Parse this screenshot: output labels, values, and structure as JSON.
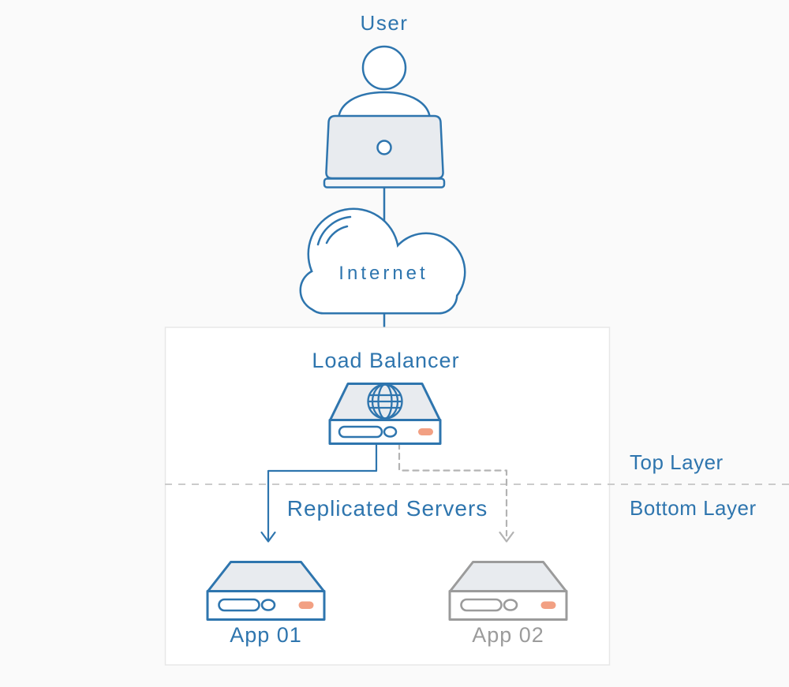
{
  "diagram": {
    "user": {
      "label": "User"
    },
    "internet": {
      "label": "Internet"
    },
    "load_balancer": {
      "label": "Load Balancer"
    },
    "replicated_servers": {
      "label": "Replicated Servers"
    },
    "servers": [
      {
        "label": "App 01",
        "accent": "#2E75AE"
      },
      {
        "label": "App 02",
        "accent": "#9B9B9B"
      }
    ],
    "layers": {
      "top_label": "Top Layer",
      "bottom_label": "Bottom Layer"
    },
    "colors": {
      "primary_blue": "#2E75AE",
      "inactive_gray": "#9B9B9B",
      "accent_orange": "#F2A083",
      "panel_fill": "#E8EBEF",
      "connector_dash_gray": "#B3B3B3",
      "layer_line_gray": "#CBCBCB",
      "box_border": "#E7E7E7",
      "page_background": "#FAFAFA"
    }
  }
}
